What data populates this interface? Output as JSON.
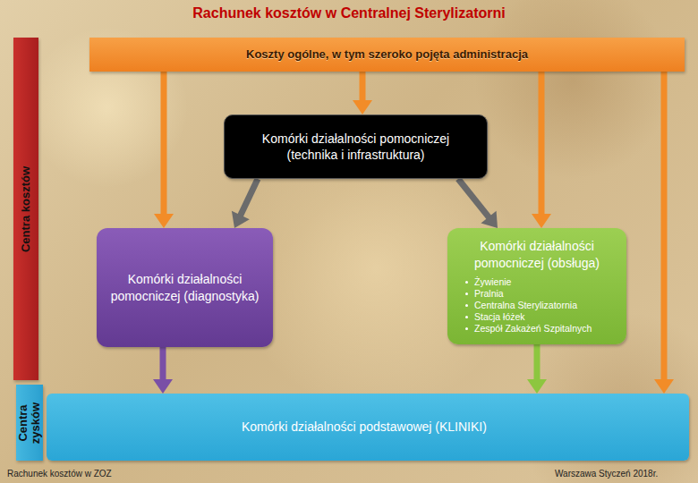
{
  "diagram": {
    "title": "Rachunek kosztów w Centralnej Sterylizatorni",
    "nodes": [
      {
        "text": [
          "Koszty ogólne, w tym szeroko pojęta administracja"
        ]
      },
      {
        "text": [
          "Centra kosztów"
        ]
      },
      {
        "text": [
          "Komórki działalności pomocniczej (technika i infrastruktura)"
        ]
      },
      {
        "text": [
          "Komórki działalności pomocniczej (diagnostyka)"
        ]
      },
      {
        "text": [
          "Komórki działalności pomocniczej (obsługa)",
          "Żywienie",
          "Pralnia",
          "Centralna Sterylizatornia",
          "Stacja łóżek",
          "Zespół Zakażeń Szpitalnych"
        ]
      },
      {
        "text": [
          "Centra zysków"
        ]
      },
      {
        "text": [
          "Komórki działalności podstawowej (KLINIKI)"
        ]
      }
    ],
    "edges": [
      {
        "from": 0,
        "to": 2,
        "arrow": "to"
      },
      {
        "from": 0,
        "to": 3,
        "arrow": "to"
      },
      {
        "from": 0,
        "to": 4,
        "arrow": "to"
      },
      {
        "from": 0,
        "to": 6,
        "arrow": "to"
      },
      {
        "from": 2,
        "to": 3,
        "arrow": "to"
      },
      {
        "from": 2,
        "to": 4,
        "arrow": "to"
      },
      {
        "from": 3,
        "to": 6,
        "arrow": "to"
      },
      {
        "from": 4,
        "to": 6,
        "arrow": "to"
      }
    ],
    "labels": [
      "Rachunek kosztów w ZOZ",
      "Warszawa Styczeń 2018r."
    ]
  }
}
